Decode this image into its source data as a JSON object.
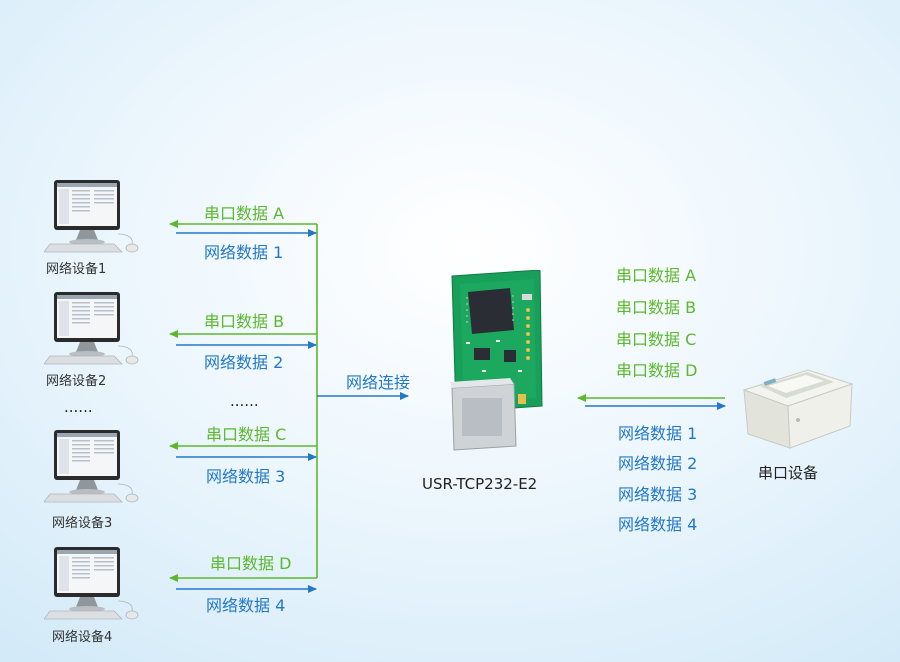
{
  "devices": [
    "网络设备1",
    "网络设备2",
    "网络设备3",
    "网络设备4"
  ],
  "ellipsis": "......",
  "ellipsis_mid": "......",
  "links": [
    {
      "serial": "串口数据 A",
      "net": "网络数据 1"
    },
    {
      "serial": "串口数据 B",
      "net": "网络数据 2"
    },
    {
      "serial": "串口数据 C",
      "net": "网络数据 3"
    },
    {
      "serial": "串口数据 D",
      "net": "网络数据 4"
    }
  ],
  "network_connect": "网络连接",
  "module_name": "USR-TCP232-E2",
  "serial_device": "串口设备",
  "serial_list": [
    "串口数据 A",
    "串口数据 B",
    "串口数据 C",
    "串口数据 D"
  ],
  "net_list": [
    "网络数据 1",
    "网络数据 2",
    "网络数据 3",
    "网络数据 4"
  ],
  "colors": {
    "green": "#5cb82f",
    "blue": "#2378c8"
  }
}
